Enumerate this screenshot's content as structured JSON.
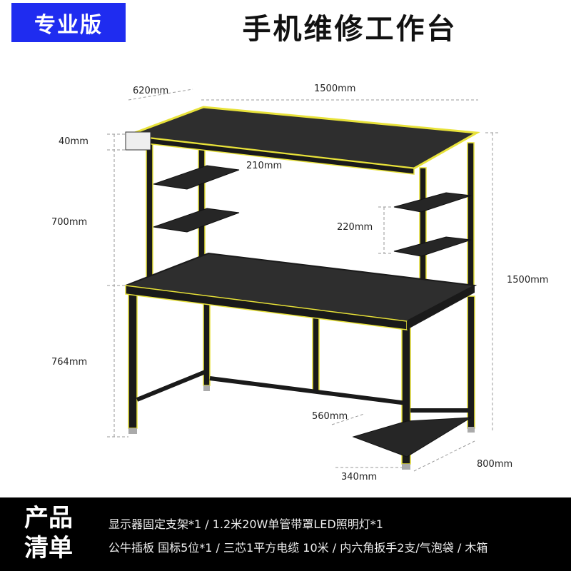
{
  "badge": "专业版",
  "title": "手机维修工作台",
  "dimensions": {
    "depth_top": "620mm",
    "width_top": "1500mm",
    "thickness": "40mm",
    "shelf_gap_left": "210mm",
    "upper_height": "700mm",
    "shelf_gap_right": "220mm",
    "total_height": "1500mm",
    "lower_height": "764mm",
    "foot_shelf_width": "560mm",
    "depth_bottom": "800mm",
    "foot_shelf_depth": "340mm"
  },
  "colors": {
    "badge": "#1f2cf0",
    "trim": "#e8e23a",
    "frame": "#1a1a1a",
    "surface": "#2b2b2b"
  },
  "footer": {
    "heading_line1": "产品",
    "heading_line2": "清单",
    "line1": "显示器固定支架*1 / 1.2米20W单管带罩LED照明灯*1",
    "line2": "公牛插板 国标5位*1 / 三芯1平方电缆 10米 / 内六角扳手2支/气泡袋 / 木箱"
  }
}
